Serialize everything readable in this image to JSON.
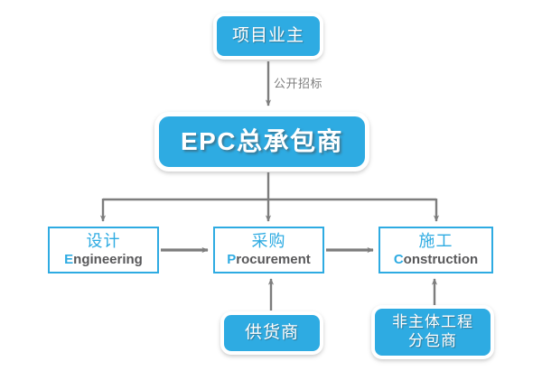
{
  "diagram": {
    "type": "flowchart",
    "title_text": "",
    "colors": {
      "node_blue": "#2eabe2",
      "connector_gray": "#7d7d7d",
      "english_text": "#58585a",
      "background": "#ffffff"
    },
    "nodes": [
      {
        "id": "owner",
        "label": "项目业主",
        "style": "filled",
        "lines": [
          "项目业主"
        ]
      },
      {
        "id": "epc",
        "label": "EPC总承包商",
        "style": "filled",
        "lines": [
          "EPC总承包商"
        ]
      },
      {
        "id": "engineering",
        "label": "设计",
        "style": "outlined",
        "cn": "设计",
        "en_cap": "E",
        "en_rest": "ngineering"
      },
      {
        "id": "procurement",
        "label": "采购",
        "style": "outlined",
        "cn": "采购",
        "en_cap": "P",
        "en_rest": "rocurement"
      },
      {
        "id": "construction",
        "label": "施工",
        "style": "outlined",
        "cn": "施工",
        "en_cap": "C",
        "en_rest": "onstruction"
      },
      {
        "id": "supplier",
        "label": "供货商",
        "style": "filled",
        "lines": [
          "供货商"
        ]
      },
      {
        "id": "subcontractor",
        "label": "非主体工程分包商",
        "style": "filled",
        "lines": [
          "非主体工程",
          "分包商"
        ]
      }
    ],
    "edges": [
      {
        "from": "owner",
        "to": "epc",
        "label": "公开招标",
        "direction": "down"
      },
      {
        "from": "epc",
        "to": "engineering",
        "label": "",
        "direction": "down"
      },
      {
        "from": "epc",
        "to": "procurement",
        "label": "",
        "direction": "down"
      },
      {
        "from": "epc",
        "to": "construction",
        "label": "",
        "direction": "down"
      },
      {
        "from": "engineering",
        "to": "procurement",
        "label": "",
        "direction": "right"
      },
      {
        "from": "procurement",
        "to": "construction",
        "label": "",
        "direction": "right"
      },
      {
        "from": "supplier",
        "to": "procurement",
        "label": "",
        "direction": "up"
      },
      {
        "from": "subcontractor",
        "to": "construction",
        "label": "",
        "direction": "up"
      }
    ]
  },
  "nodes": {
    "owner": {
      "text": "项目业主"
    },
    "epc": {
      "text": "EPC总承包商"
    },
    "engineering": {
      "cn": "设计",
      "en_cap": "E",
      "en_rest": "ngineering"
    },
    "procurement": {
      "cn": "采购",
      "en_cap": "P",
      "en_rest": "rocurement"
    },
    "construction": {
      "cn": "施工",
      "en_cap": "C",
      "en_rest": "onstruction"
    },
    "supplier": {
      "text": "供货商"
    },
    "subcontractor": {
      "line1": "非主体工程",
      "line2": "分包商"
    }
  },
  "labels": {
    "tender": "公开招标"
  }
}
